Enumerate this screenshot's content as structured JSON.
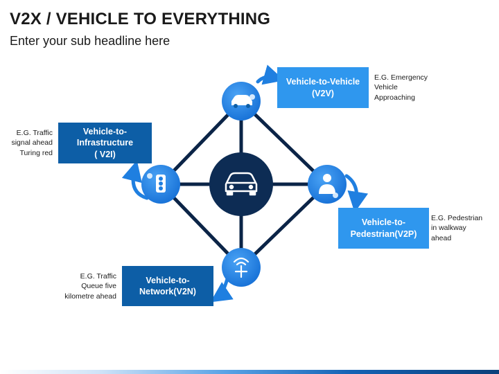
{
  "title": "V2X / VEHICLE TO EVERYTHING",
  "subtitle": "Enter your sub headline here",
  "nodes": {
    "center": {
      "icon": "car-icon"
    },
    "top": {
      "icon": "car-icon",
      "label": "Vehicle-to-Vehicle\n(V2V)",
      "note": "E.G. Emergency\nVehicle\nApproaching"
    },
    "left": {
      "icon": "traffic-light-icon",
      "label": "Vehicle-to-\nInfrastructure\n( V2I)",
      "note": "E.G. Traffic\nsignal ahead\nTuring red"
    },
    "right": {
      "icon": "pedestrian-icon",
      "label": "Vehicle-to-\nPedestrian(V2P)",
      "note": "E.G. Pedestrian\nin walkway\nahead"
    },
    "bottom": {
      "icon": "antenna-icon",
      "label": "Vehicle-to-\nNetwork(V2N)",
      "note": "E.G. Traffic\nQueue five\nkilometre ahead"
    }
  },
  "colors": {
    "line": "#0b2447",
    "center": "#0d2c54",
    "node": "#1f7fe0",
    "box_light": "#2f97ee",
    "box_dark": "#0d5ea6"
  }
}
